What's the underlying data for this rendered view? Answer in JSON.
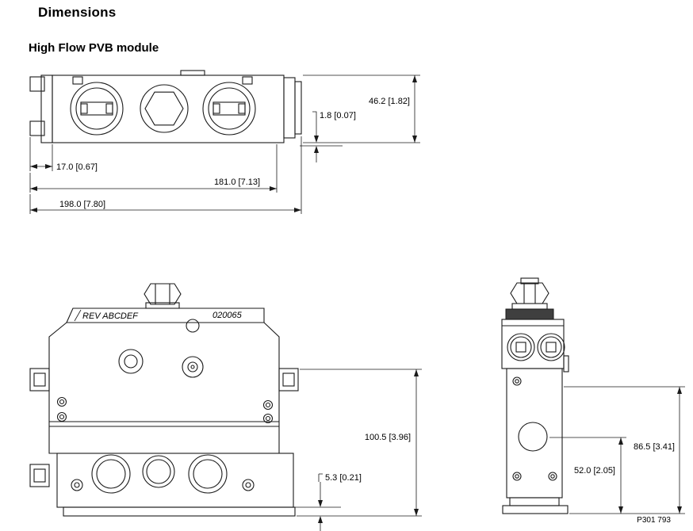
{
  "page": {
    "title": "Dimensions",
    "subtitle": "High Flow PVB module",
    "doc_number": "P301 793"
  },
  "stamps": {
    "rev": "REV ABCDEF",
    "code": "020065"
  },
  "dims": {
    "top_height": "46.2 [1.82]",
    "top_step": "1.8 [0.07]",
    "top_offset": "17.0 [0.67]",
    "top_mount_span": "181.0 [7.13]",
    "top_overall": "198.0 [7.80]",
    "front_height": "100.5 [3.96]",
    "front_base": "5.3 [0.21]",
    "side_height": "86.5 [3.41]",
    "side_port": "52.0 [2.05]"
  }
}
